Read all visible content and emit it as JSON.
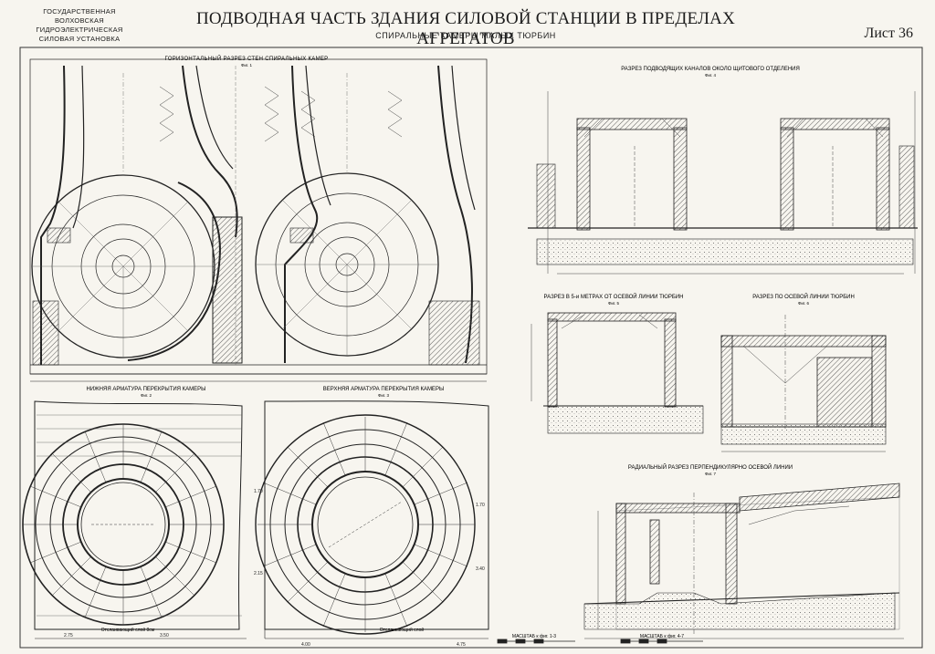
{
  "header": {
    "org_line1": "ГОСУДАРСТВЕННАЯ",
    "org_line2": "ВОЛХОВСКАЯ ГИДРОЭЛЕКТРИЧЕСКАЯ",
    "org_line3": "СИЛОВАЯ УСТАНОВКА",
    "title": "ПОДВОДНАЯ ЧАСТЬ ЗДАНИЯ СИЛОВОЙ СТАНЦИИ В ПРЕДЕЛАХ АГРЕГАТОВ",
    "subtitle": "СПИРАЛЬНЫЕ КАМЕРЫ МАЛЫХ ТЮРБИН",
    "sheet": "Лист 36"
  },
  "drawings": {
    "horizontal": {
      "caption": "ГОРИЗОНТАЛЬНЫЙ РАЗРЕЗ СТЕН СПИРАЛЬНЫХ КАМЕР",
      "fig": "Фиг. 1"
    },
    "channels": {
      "caption": "РАЗРЕЗ ПОДВОДЯЩИХ КАНАЛОВ ОКОЛО ЩИТОВОГО ОТДЕЛЕНИЯ",
      "fig": "Фиг. 4"
    },
    "section5m": {
      "caption": "РАЗРЕЗ В 5-и МЕТРАХ ОТ ОСЕВОЙ ЛИНИИ ТЮРБИН",
      "fig": "Фиг. 5"
    },
    "axial": {
      "caption": "РАЗРЕЗ ПО ОСЕВОЙ ЛИНИИ ТЮРБИН",
      "fig": "Фиг. 6"
    },
    "lower": {
      "caption": "НИЖНЯЯ АРМАТУРА ПЕРЕКРЫТИЯ КАМЕРЫ",
      "fig": "Фиг. 2"
    },
    "upper": {
      "caption": "ВЕРХНЯЯ АРМАТУРА ПЕРЕКРЫТИЯ КАМЕРЫ",
      "fig": "Фиг. 3"
    },
    "radial": {
      "caption": "РАДИАЛЬНЫЙ РАЗРЕЗ ПЕРПЕНДИКУЛЯРНО ОСЕВОЙ ЛИНИИ",
      "fig": "Фиг. 7"
    }
  },
  "notes": {
    "plaster1": "Отслаивающий слой 8см",
    "plaster2": "Отслаивающий слой",
    "scale1": "МАСШТАБ к фиг. 1-3",
    "scale2": "МАСШТАБ к фиг. 4-7"
  },
  "dimensions": {
    "d1": "2.75",
    "d2": "3.50",
    "d3": "4.00",
    "d4": "4.75",
    "d5": "1.70",
    "d6": "2.15",
    "d7": "1.70",
    "d8": "3.40"
  }
}
